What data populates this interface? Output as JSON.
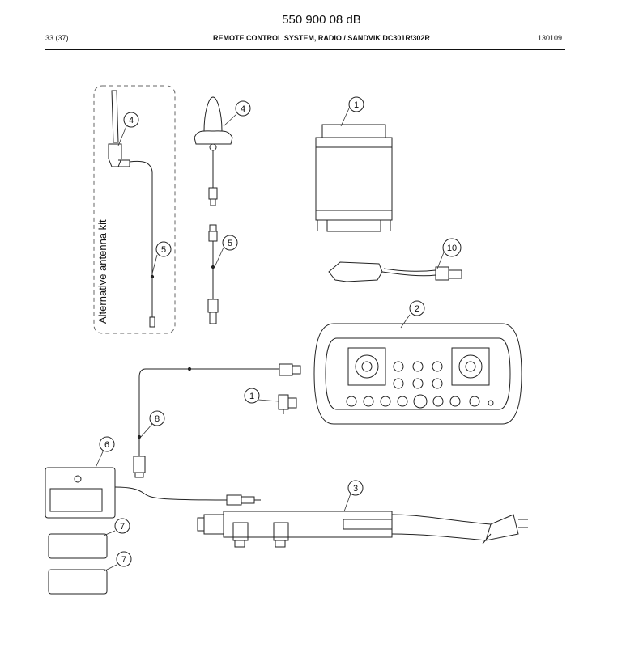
{
  "header": {
    "doc_number": "550 900 08 dB",
    "page": "33 (37)",
    "title": "REMOTE CONTROL SYSTEM, RADIO / SANDVIK DC301R/302R",
    "date": "130109"
  },
  "diagram": {
    "alt_kit_label": "Alternative antenna kit",
    "callouts": [
      "1",
      "2",
      "3",
      "4",
      "5",
      "6",
      "7",
      "8",
      "10"
    ]
  }
}
